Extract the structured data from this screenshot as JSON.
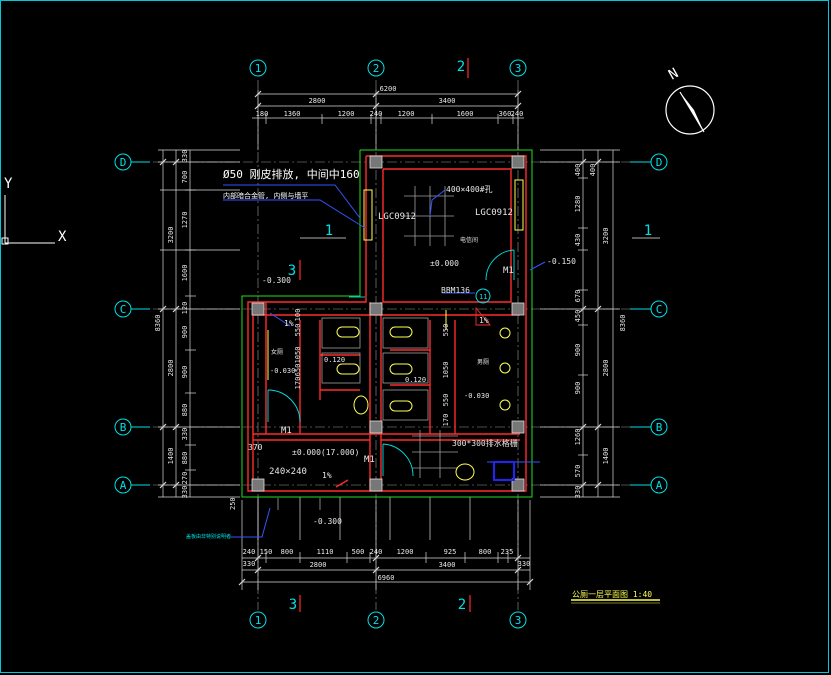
{
  "colors": {
    "background": "#000000",
    "wall": "#ff2a2a",
    "outline": "#22dd22",
    "dim": "#e8e8e8",
    "cyan": "#00e0e6",
    "yellow": "#ffff55",
    "blue": "#2222ff",
    "white": "#ffffff"
  },
  "grid_labels": {
    "c1": "1",
    "c2": "2",
    "c3": "3",
    "rA": "A",
    "rB": "B",
    "rC": "C",
    "rD": "D"
  },
  "section_marks": {
    "top_2": "2",
    "bottom_3": "3",
    "bottom_2": "2",
    "left_1": "1",
    "right_1": "1",
    "mid_3": "3"
  },
  "north": "N",
  "ucs": {
    "y": "Y",
    "x": "X"
  },
  "dims_top": {
    "overall": "6200",
    "bay1": "2800",
    "bay2": "3400",
    "d1": "180",
    "d2": "1360",
    "d3": "1200",
    "d4": "240",
    "d5": "1200",
    "d6": "1600",
    "d7": "360",
    "d8": "240"
  },
  "dims_bottom": {
    "d1": "150",
    "d2": "800",
    "d3": "1110",
    "d4": "500",
    "d5": "240",
    "d6": "1200",
    "d7": "925",
    "d8": "800",
    "d9": "235",
    "bay1": "2800",
    "bay2": "3400",
    "overall": "6960",
    "s1": "330",
    "s2": "330",
    "s3": "240"
  },
  "dims_left": {
    "overall": "8360",
    "a1": "330",
    "a2": "700",
    "a3": "1270",
    "a4": "1600",
    "a5": "3200",
    "a6": "120",
    "a7": "900",
    "a8": "900",
    "a9": "880",
    "a10": "2800",
    "a11": "330",
    "a12": "880",
    "a13": "1400",
    "a14": "270",
    "a15": "330"
  },
  "dims_right": {
    "overall": "8360",
    "b1": "400",
    "b2": "400",
    "b3": "1280",
    "b4": "430",
    "b5": "3200",
    "b6": "670",
    "b7": "450",
    "b8": "900",
    "b9": "900",
    "b10": "2800",
    "b11": "1260",
    "b12": "570",
    "b13": "1400",
    "b14": "330"
  },
  "inner_dims": {
    "i1": "550",
    "i2": "100",
    "i3": "1050",
    "i4": "650",
    "i5": "170",
    "i6": "550",
    "i7": "550",
    "i8": "1050",
    "i9": "170"
  },
  "notes": {
    "pipe": "Ø50 刚皮排放, 中间中160",
    "pipe2": "内部暗合金管, 内侧与墙平",
    "window1": "LGC0912",
    "window2": "LGC0912",
    "hole": "400×400#孔",
    "elec": "电信间",
    "lvl0": "±0.000",
    "lvl_m015": "-0.150",
    "lvl_m03": "-0.300",
    "lvl_m03b": "-0.300",
    "door_m1": "M1",
    "door_m1b": "M1",
    "door_m1c": "M1",
    "bbm": "BBM136",
    "slope1": "1%",
    "slope2": "1%",
    "slope3": "1%",
    "women": "女厕",
    "men": "男厕",
    "l0120a": "0.120",
    "l0120b": "0.120",
    "lm003a": "-0.030",
    "lm003b": "-0.030",
    "entry": "±0.000(17.000)",
    "col": "240×240",
    "drain": "300*300排水格栅",
    "d370": "370",
    "d250": "250",
    "note_bot": "盖板由非特别说明者",
    "circle11": "11"
  },
  "title": "公厕一层平面图 1:40"
}
